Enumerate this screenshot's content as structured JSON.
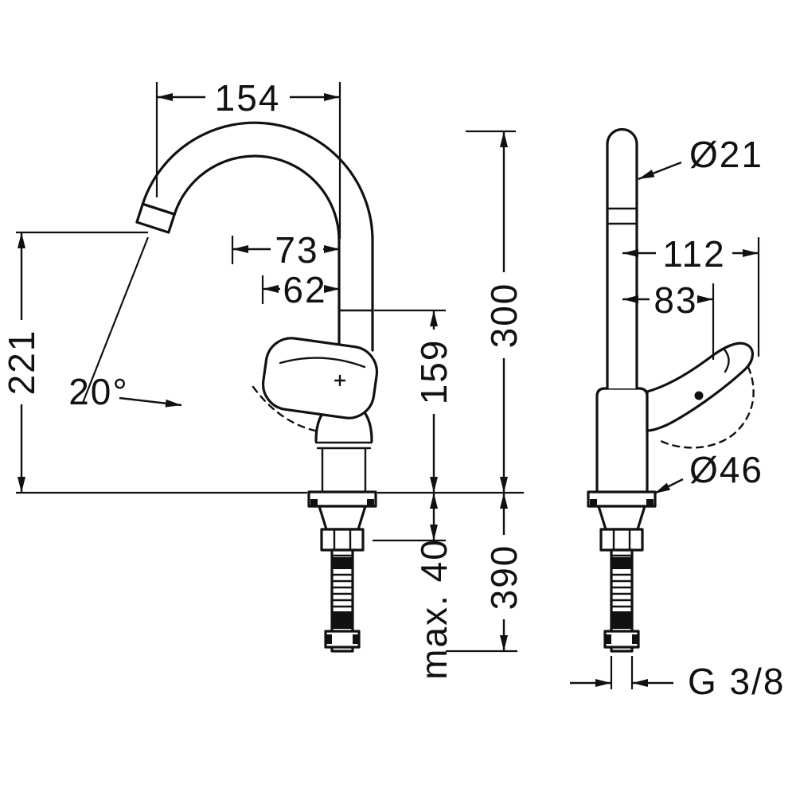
{
  "colors": {
    "line": "#111111",
    "background": "#ffffff"
  },
  "side_view": {
    "spout_reach": "154",
    "outlet_height": "221",
    "dim_73": "73",
    "dim_62": "62",
    "swivel_angle": "20°",
    "height_159": "159",
    "height_300": "300",
    "height_390": "390",
    "max_mounting": "max. 40"
  },
  "front_view": {
    "spout_diameter": "Ø21",
    "dim_112": "112",
    "dim_83": "83",
    "base_diameter": "Ø46",
    "thread": "G 3/8"
  }
}
